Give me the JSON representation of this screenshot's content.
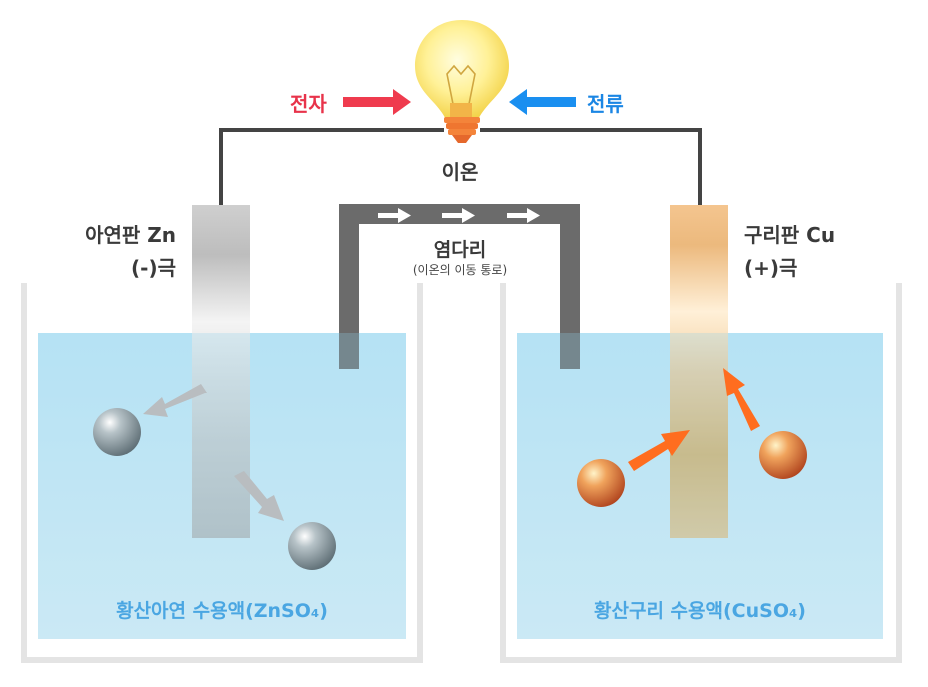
{
  "labels": {
    "electron": "전자",
    "current": "전류",
    "ion": "이온",
    "zinc_plate": "아연판 Zn",
    "zinc_pole": "(-)극",
    "copper_plate": "구리판 Cu",
    "copper_pole": "(+)극",
    "salt_bridge": "염다리",
    "salt_bridge_note": "(이온의 이동 통로)",
    "zinc_solution": "황산아연 수용액(ZnSO₄)",
    "copper_solution": "황산구리 수용액(CuSO₄)"
  },
  "colors": {
    "electron_arrow": "#ef3b4e",
    "current_arrow": "#1a8ff0",
    "electron_text": "#e8334a",
    "current_text": "#1b86e4",
    "solution_text": "#4aa6e2",
    "wire": "#444444",
    "salt_bridge": "#6b6b6b",
    "solution_fill": "#c5e9f7",
    "ion_arrow_zinc": "#b9bdc0",
    "ion_arrow_copper": "#ff6d1f"
  },
  "icons": [
    "light-bulb-icon",
    "right-arrow-icon",
    "left-arrow-icon"
  ]
}
